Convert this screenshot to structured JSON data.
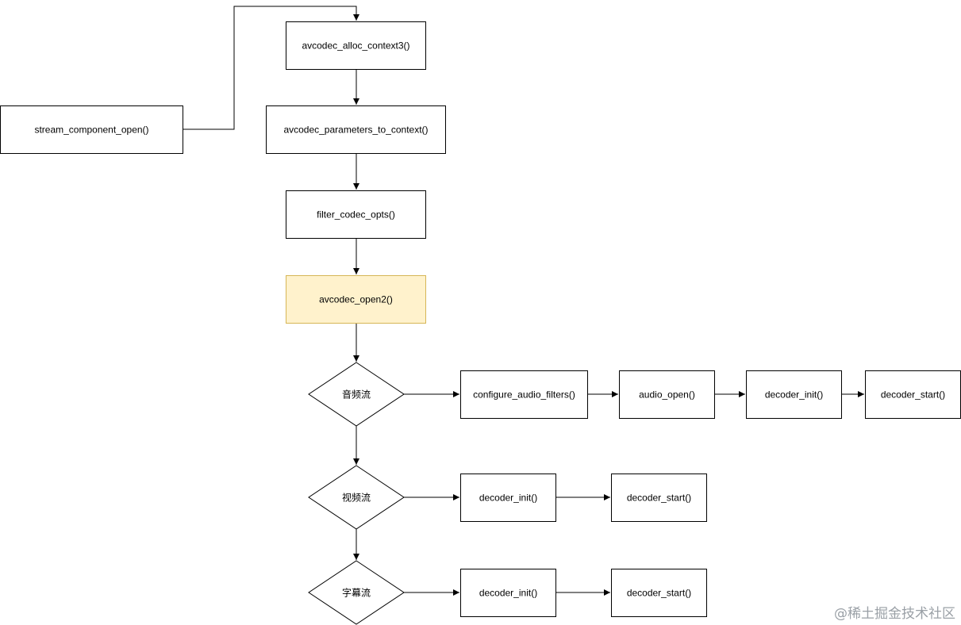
{
  "colors": {
    "stroke": "#000000",
    "box_fill": "#ffffff",
    "highlight_fill": "#fff2cc",
    "highlight_stroke": "#d6b656",
    "watermark": "#9aa0a6"
  },
  "nodes": {
    "stream_component_open": "stream_component_open()",
    "avcodec_alloc_context3": "avcodec_alloc_context3()",
    "avcodec_parameters_to_context": "avcodec_parameters_to_context()",
    "filter_codec_opts": "filter_codec_opts()",
    "avcodec_open2": "avcodec_open2()",
    "audio_decision": "音频流",
    "video_decision": "视频流",
    "subtitle_decision": "字幕流",
    "configure_audio_filters": "configure_audio_filters()",
    "audio_open": "audio_open()",
    "audio_decoder_init": "decoder_init()",
    "audio_decoder_start": "decoder_start()",
    "video_decoder_init": "decoder_init()",
    "video_decoder_start": "decoder_start()",
    "subtitle_decoder_init": "decoder_init()",
    "subtitle_decoder_start": "decoder_start()"
  },
  "watermark": "@稀土掘金技术社区"
}
